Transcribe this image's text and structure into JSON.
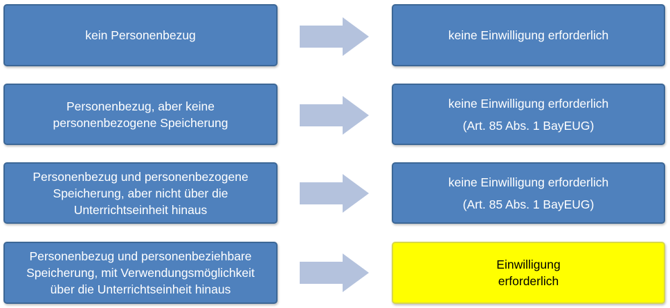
{
  "rows": [
    {
      "condition": [
        "kein Personenbezug"
      ],
      "result": [
        "keine Einwilligung erforderlich"
      ]
    },
    {
      "condition": [
        "Personenbezug, aber keine",
        "personenbezogene Speicherung"
      ],
      "result": [
        "keine Einwilligung erforderlich",
        "(Art. 85 Abs. 1 BayEUG)"
      ]
    },
    {
      "condition": [
        "Personenbezug und personenbezogene",
        "Speicherung, aber nicht über die",
        "Unterrichtseinheit hinaus"
      ],
      "result": [
        "keine Einwilligung erforderlich",
        "(Art. 85 Abs. 1 BayEUG)"
      ]
    },
    {
      "condition": [
        "Personenbezug und personenbeziehbare",
        "Speicherung, mit Verwendungsmöglichkeit",
        "über die Unterrichtseinheit hinaus"
      ],
      "result": [
        "Einwilligung",
        "erforderlich"
      ]
    }
  ],
  "colors": {
    "box_blue": "#4f81bd",
    "arrow_blue": "#b4c2dd",
    "highlight_yellow": "#ffff00"
  }
}
